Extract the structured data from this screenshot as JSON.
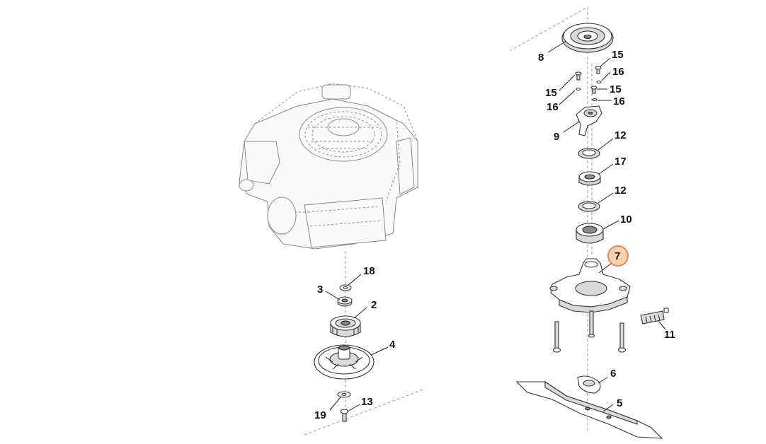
{
  "callouts": {
    "c2": "2",
    "c3": "3",
    "c4": "4",
    "c5": "5",
    "c6": "6",
    "c7": "7",
    "c8": "8",
    "c9": "9",
    "c10": "10",
    "c11": "11",
    "c12a": "12",
    "c12b": "12",
    "c13": "13",
    "c15a": "15",
    "c15b": "15",
    "c15c": "15",
    "c16a": "16",
    "c16b": "16",
    "c16c": "16",
    "c17": "17",
    "c18": "18",
    "c19": "19"
  },
  "highlight": {
    "selected_callout": "7",
    "color": "#e8884a",
    "fill": "#f9d2b2"
  }
}
